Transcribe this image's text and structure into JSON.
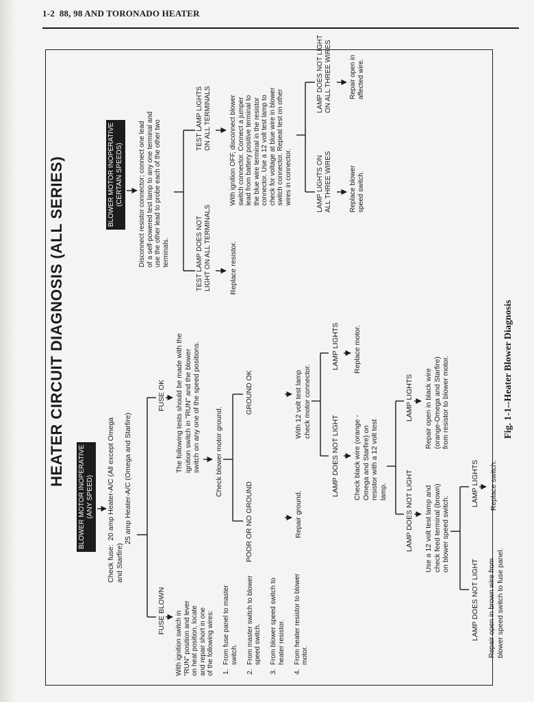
{
  "header": {
    "page_label": "1-2",
    "section_title": "88, 98 AND TORONADO HEATER"
  },
  "figure": {
    "title": "HEATER CIRCUIT DIAGNOSIS (ALL SERIES)",
    "caption": "Fig. 1-1--Heater Blower Diagnosis"
  },
  "left_tree": {
    "root": "BLOWER MOTOR INOPERATIVE\n(ANY SPEED)",
    "check_fuse_label": "Check fuse:",
    "check_fuse_lines": [
      "20 amp Heater-A/C (All except Omega and Starfire)",
      "25 amp Heater-A/C (Omega and Starfire)"
    ],
    "fuse_blown": "FUSE BLOWN",
    "fuse_ok": "FUSE OK",
    "fuse_blown_action": "With ignition switch in\n\"RUN\" position and lever\non heat position, locate\nand repair short in one\nof the following wires:",
    "fuse_blown_wires": [
      "From fuse panel to master switch.",
      "From master switch to blower speed switch.",
      "From blower speed switch to heater resistor.",
      "From heater resistor to blower motor."
    ],
    "fuse_ok_action": "The following tests should be made with the\nignition switch in \"RUN\" and the blower\nswitch on any one of the speed positions.",
    "check_ground": "Check blower motor ground.",
    "poor_ground": "POOR OR NO GROUND",
    "ground_ok": "GROUND OK",
    "repair_ground": "Repair ground.",
    "ground_ok_action": "With 12 volt test lamp\ncheck motor connector.",
    "lamp_lights_1": "LAMP LIGHTS",
    "replace_motor": "Replace motor.",
    "lamp_not_light_1": "LAMP DOES NOT LIGHT",
    "check_black_wire": "Check black wire (orange -\nOmega and Starfire) on\nresistor with a 12 volt test\nlamp.",
    "lamp_lights_2": "LAMP LIGHTS",
    "repair_black_wire": "Repair open in black wire\n(orange-Omega and Starfire)\nfrom resistor to blower motor.",
    "lamp_not_light_2": "LAMP DOES NOT LIGHT",
    "check_feed": "Use a 12 volt test lamp and\ncheck feed terminal (brown)\non blower speed switch.",
    "lamp_lights_3": "LAMP LIGHTS",
    "replace_switch": "Replace switch.",
    "lamp_not_light_3": "LAMP DOES NOT LIGHT",
    "repair_brown_wire": "Repair open in brown wire from\nblower speed switch to fuse panel."
  },
  "right_tree": {
    "root": "BLOWER MOTOR INOPERATIVE\n(CERTAIN SPEEDS)",
    "disconnect_resistor": "Disconnect resistor connector; connect one lead\nof a self-powered test lamp to any one terminal and\nuse the other lead to probe each of the other two\nterminals.",
    "test_lamp_not_light": "TEST LAMP DOES NOT\nLIGHT ON ALL TERMINALS",
    "replace_resistor": "Replace resistor.",
    "test_lamp_lights": "TEST LAMP LIGHTS\nON ALL TERMINALS",
    "ignition_off_action": "With ignition OFF, disconnect blower\nswitch connector. Connect a jumper\nlead from battery positive terminal to\nthe blue wire terminal in the resistor\nconnector. Use a 12 volt test lamp to\ncheck for voltage at blue wire in blower\nswitch connector. Repeat test on other\nwires in connector.",
    "lamp_lights_three": "LAMP LIGHTS ON\nALL THREE WIRES",
    "replace_blower_switch": "Replace blower\nspeed switch.",
    "lamp_not_light_three": "LAMP DOES NOT LIGHT\nON ALL THREE WIRES",
    "repair_open": "Repair open in\naffected wire."
  }
}
